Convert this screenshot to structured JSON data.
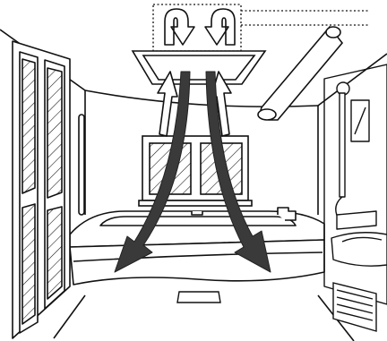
{
  "diagram": {
    "subject": "bathroom-ceiling-ventilation-airflow",
    "components": [
      "ceiling-vent-unit",
      "dotted-callout-leader",
      "bathtub",
      "window",
      "folding-door",
      "shower",
      "sink-counter",
      "wall-vent-louver",
      "airflow-arrows"
    ],
    "colors": {
      "line": "#111111",
      "airflow_down": "#3a3a3a",
      "background": "#ffffff"
    }
  }
}
